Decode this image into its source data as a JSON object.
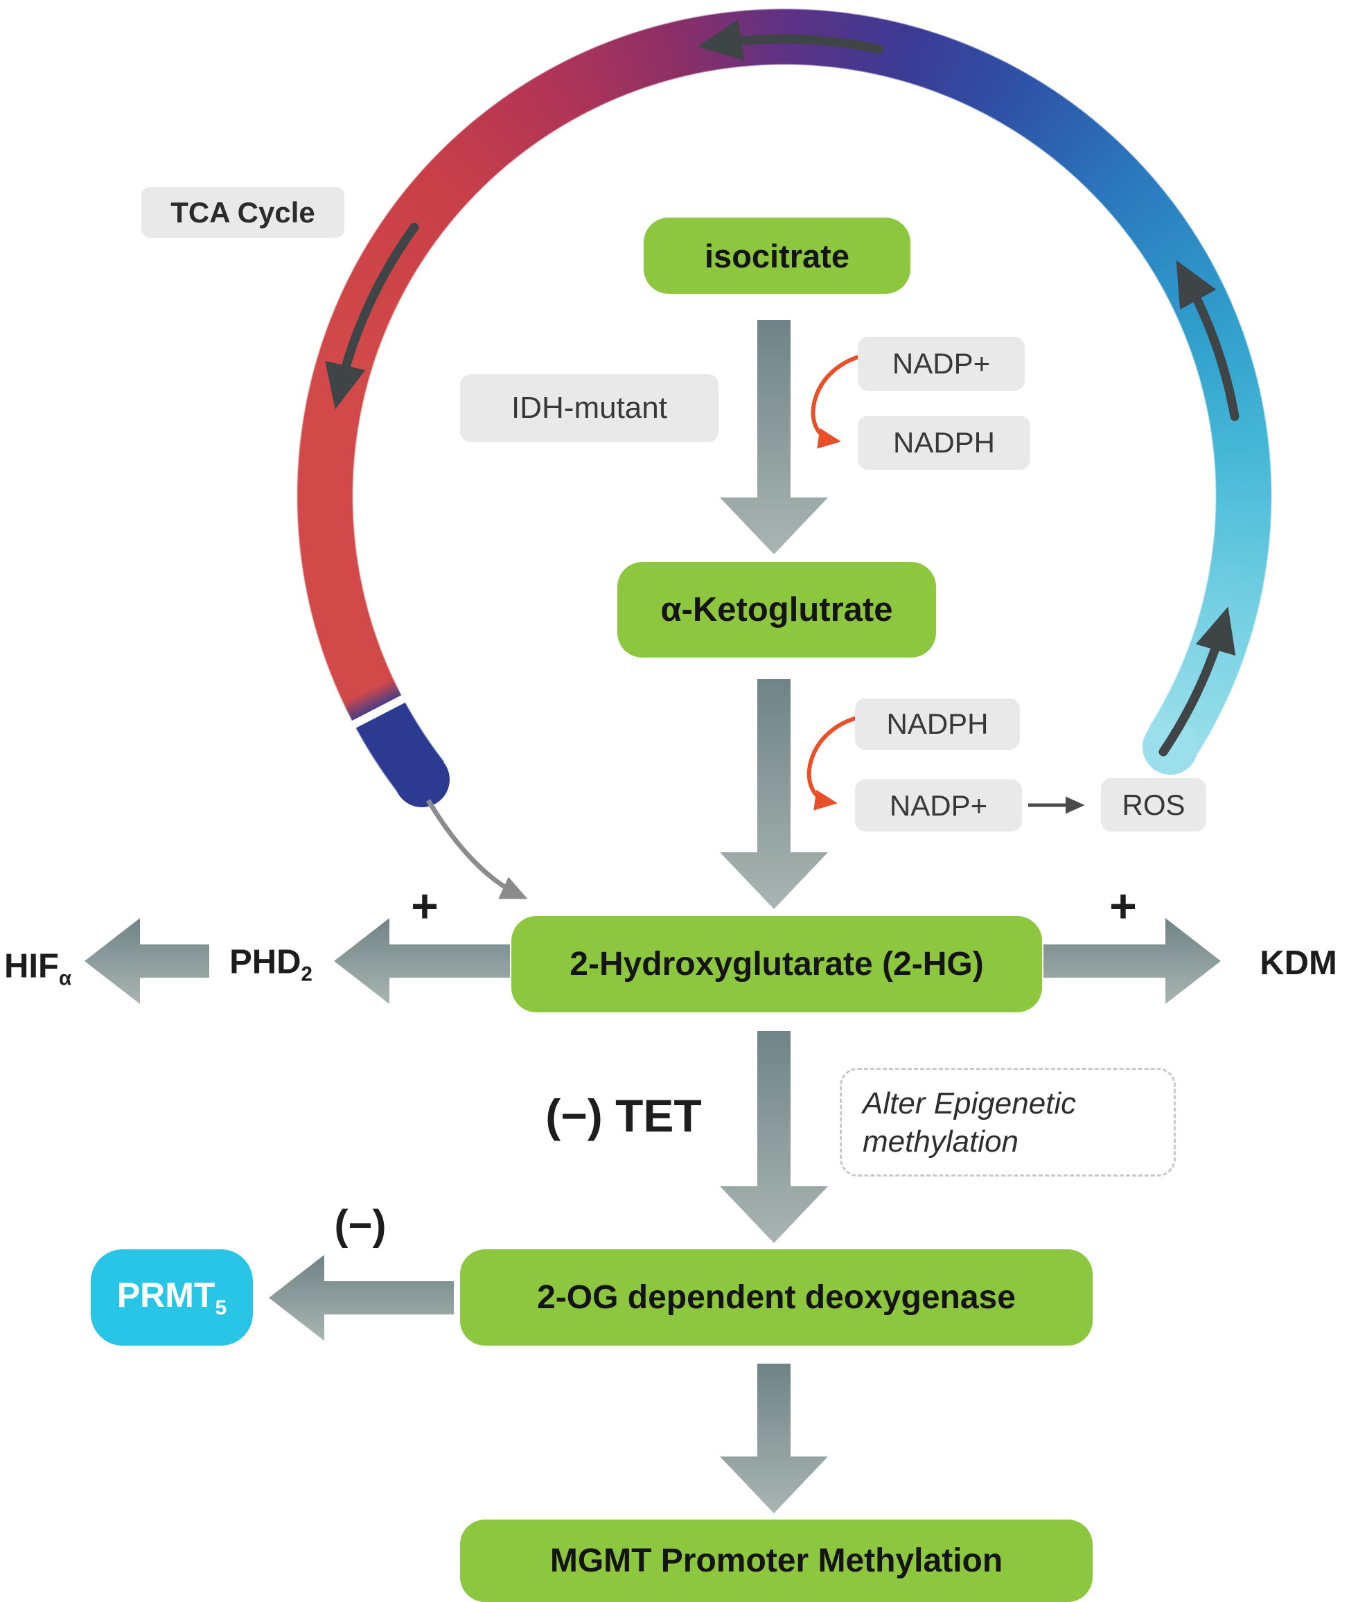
{
  "colors": {
    "node_green": "#8dc63f",
    "label_gray": "#e9e9e9",
    "prmt_cyan": "#29c5e6",
    "red_arrow": "#e8502a",
    "arc_arrow_dark": "#3f4447"
  },
  "labels": {
    "tca": "TCA Cycle",
    "isocitrate": "isocitrate",
    "idh": "IDH-mutant",
    "nadp_plus_1": "NADP+",
    "nadph_1": "NADPH",
    "akg": "α-Ketoglutrate",
    "nadph_2": "NADPH",
    "nadp_plus_2": "NADP+",
    "ros": "ROS",
    "hg2": "2-Hydroxyglutarate (2-HG)",
    "plus_left": "+",
    "plus_right": "+",
    "phd_base": "PHD",
    "phd_sub": "2",
    "hif_base": "HIF",
    "hif_sub": "α",
    "kdm": "KDM",
    "tet": "(−) TET",
    "note_line1": "Alter Epigenetic",
    "note_line2": "methylation",
    "og2": "2-OG dependent deoxygenase",
    "minus_prmt": "(−)",
    "prmt_base": "PRMT",
    "prmt_sub": "5",
    "mgmt": "MGMT Promoter Methylation"
  }
}
